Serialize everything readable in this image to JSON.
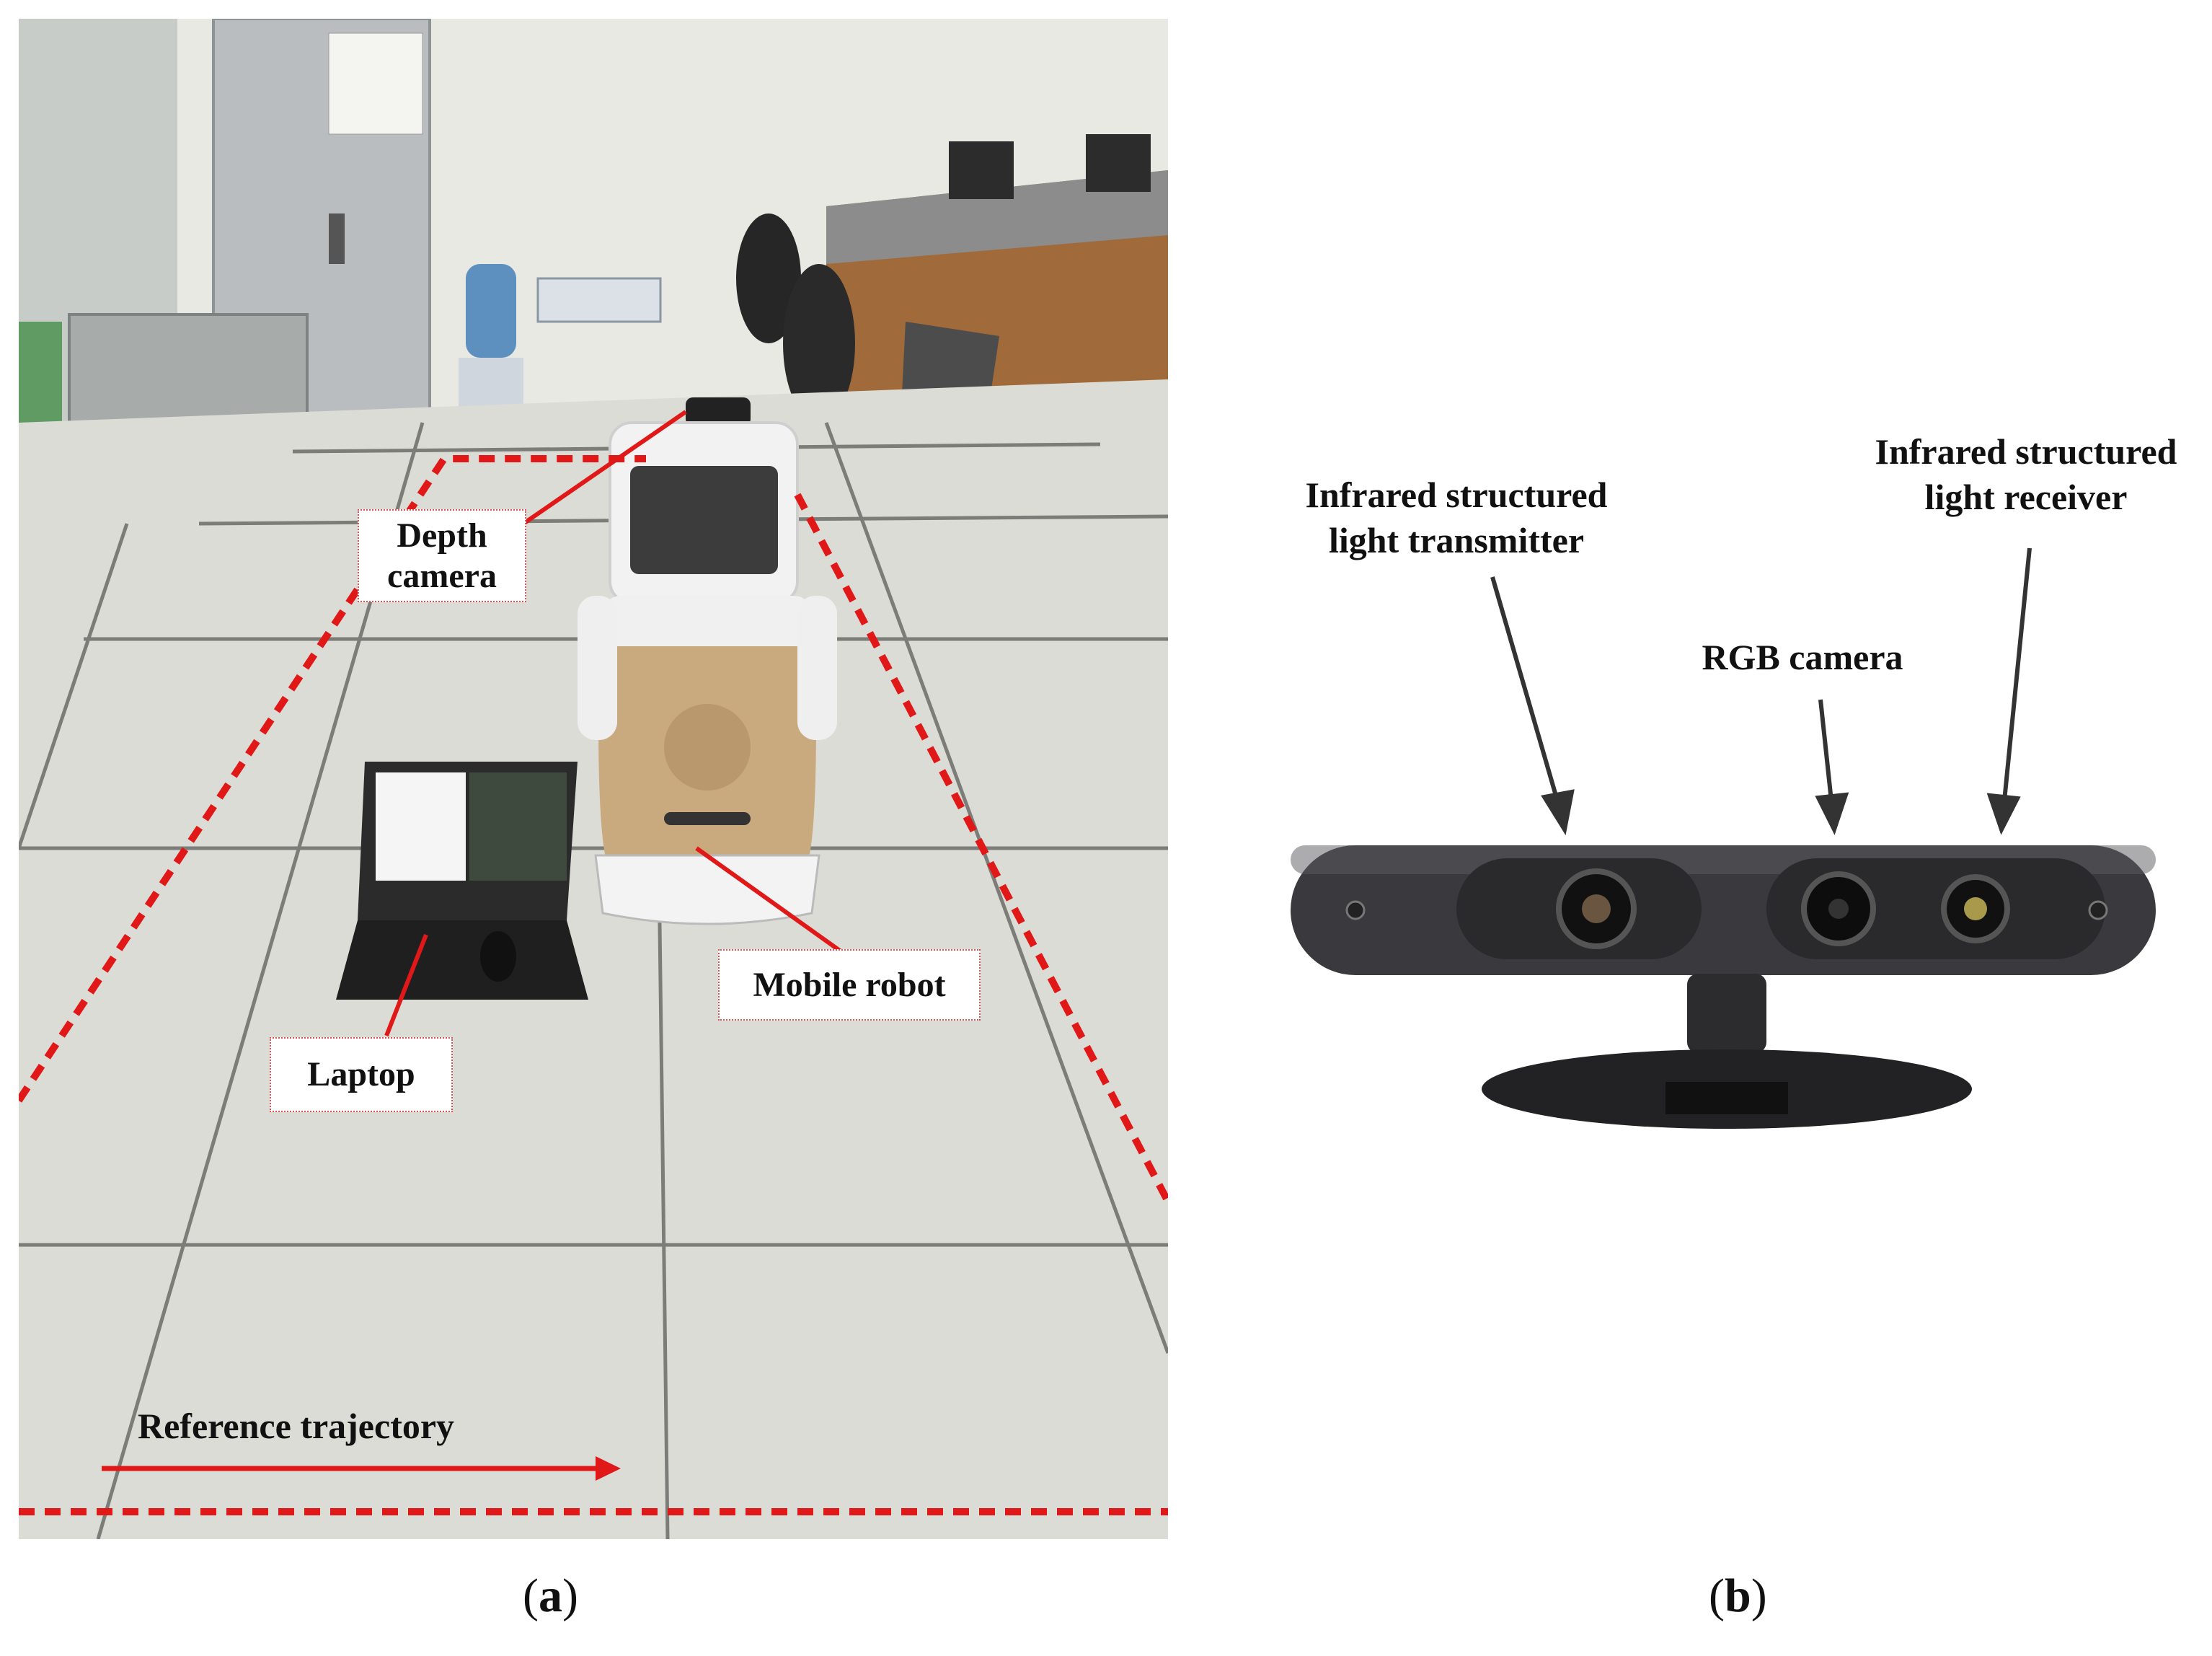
{
  "panel_a": {
    "labels": {
      "depth_camera": "Depth\ncamera",
      "mobile_robot": "Mobile robot",
      "laptop": "Laptop",
      "reference_trajectory": "Reference trajectory"
    },
    "caption": {
      "open": "(",
      "letter": "a",
      "close": ")"
    }
  },
  "panel_b": {
    "labels": {
      "transmitter": "Infrared structured\nlight transmitter",
      "rgb_camera": "RGB camera",
      "receiver": "Infrared structured\nlight receiver"
    },
    "caption": {
      "open": "(",
      "letter": "b",
      "close": ")"
    }
  },
  "colors": {
    "trajectory": "#e01818",
    "floor": "#dcdcd6",
    "robot_gold": "#c9a97e",
    "camera_body": "#3a3a3e"
  }
}
